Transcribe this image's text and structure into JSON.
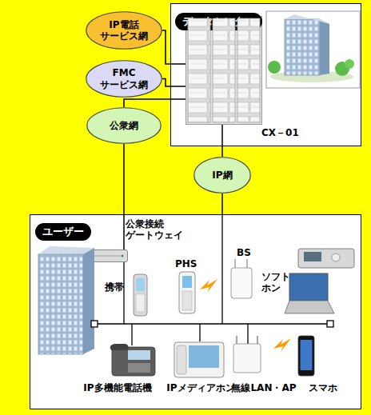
{
  "diagram": {
    "nodes": [
      {
        "text": [
          "データセンター"
        ]
      },
      {
        "text": [
          "CX－01"
        ],
        "in": 0
      },
      {
        "text": [
          "IP電話 サービス網"
        ]
      },
      {
        "text": [
          "FMC サービス網"
        ]
      },
      {
        "text": [
          "公衆網"
        ]
      },
      {
        "text": [
          "IP網"
        ]
      },
      {
        "text": [
          "ユーザー"
        ]
      },
      {
        "text": [
          "公衆接続 ゲートウェイ"
        ],
        "in": 6
      }
    ],
    "edges": [
      {
        "from": 2,
        "to": 1,
        "arrow": "none"
      },
      {
        "from": 3,
        "to": 1,
        "arrow": "none"
      },
      {
        "from": 4,
        "to": 1,
        "arrow": "none"
      },
      {
        "from": 5,
        "to": 1,
        "arrow": "none"
      },
      {
        "from": 4,
        "to": 7,
        "arrow": "none"
      },
      {
        "from": 5,
        "to": 6,
        "arrow": "none"
      }
    ],
    "labels": [
      "携帯",
      "PHS",
      "BS",
      "ソフト ホン",
      "IP多機能電話機",
      "IPメディアホン",
      "無線LAN・AP",
      "スマホ"
    ]
  }
}
